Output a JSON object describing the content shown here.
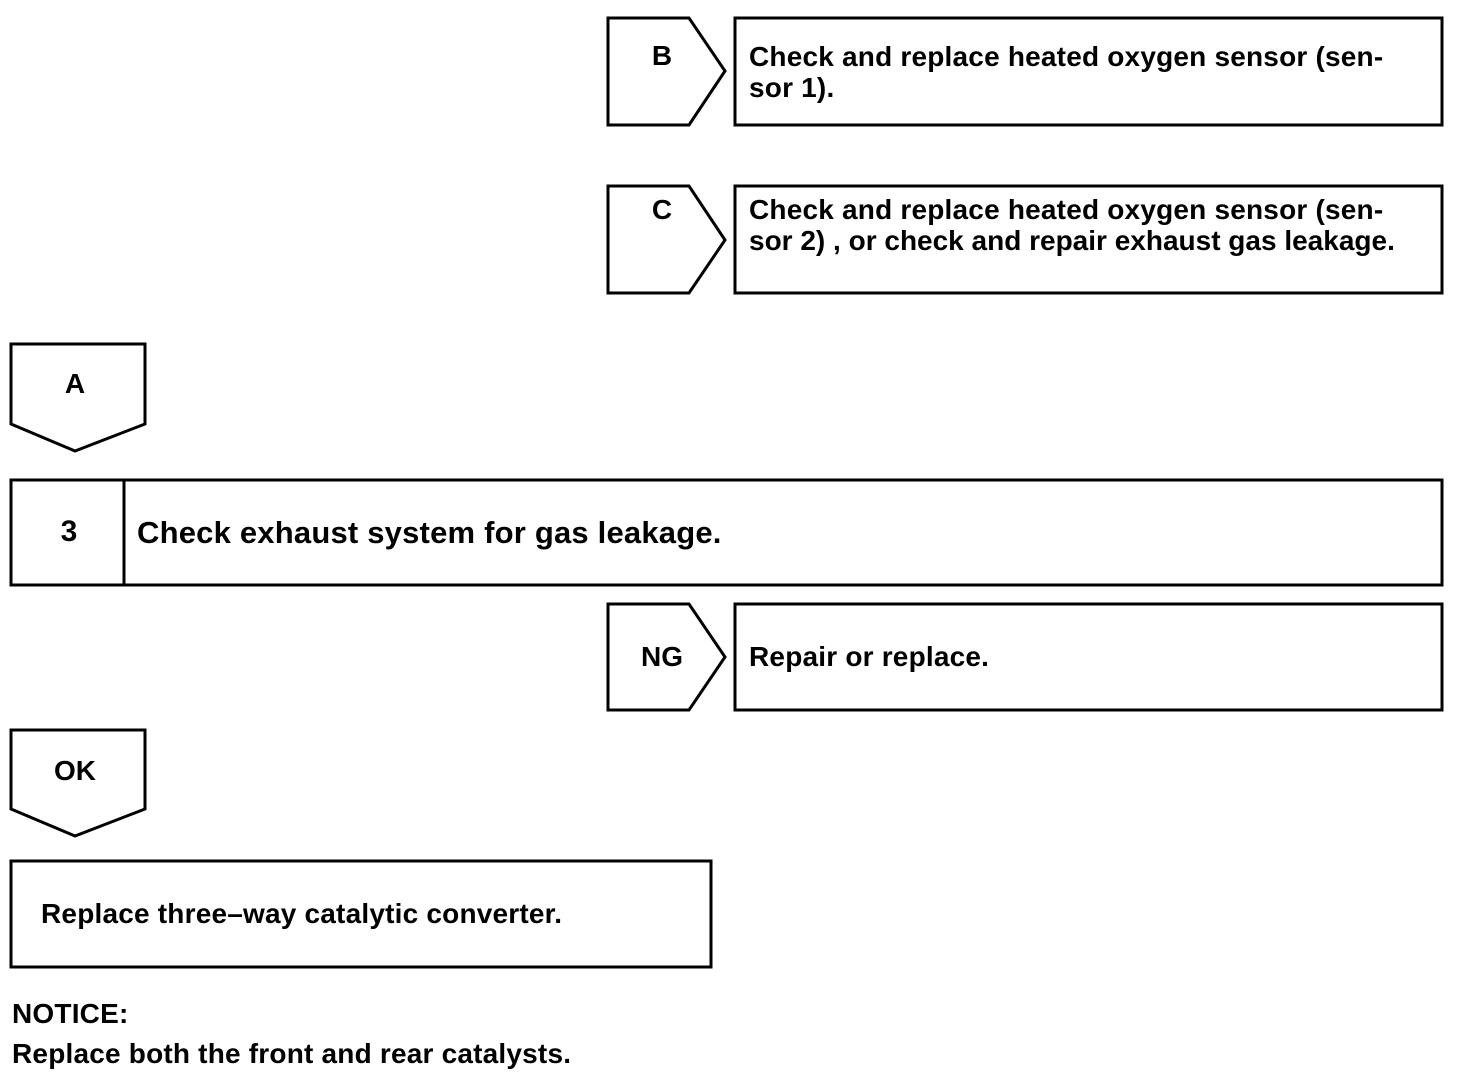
{
  "branches": {
    "b": {
      "label": "B",
      "action_line1": "Check and replace heated oxygen sensor (sen-",
      "action_line2": "sor 1)."
    },
    "c": {
      "label": "C",
      "action_line1": "Check and replace heated oxygen sensor (sen-",
      "action_line2": "sor 2) , or check and repair exhaust gas leakage."
    },
    "a": {
      "label": "A"
    },
    "ng": {
      "label": "NG",
      "action": "Repair or replace."
    },
    "ok": {
      "label": "OK"
    }
  },
  "step": {
    "number": "3",
    "title": "Check exhaust system for gas leakage."
  },
  "final_action": "Replace three–way catalytic converter.",
  "notice": {
    "heading": "NOTICE:",
    "text": "Replace both the front and rear catalysts."
  }
}
